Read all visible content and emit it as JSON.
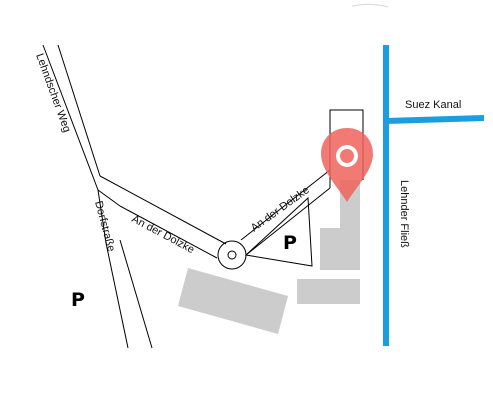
{
  "map": {
    "roads": {
      "lehndscher_weg": "Lehndscher Weg",
      "dorfstrasse": "Dorfstraße",
      "an_der_dolzke_west": "An der Dolzke",
      "an_der_dolzke_east": "An der Dolzke"
    },
    "waterways": {
      "suez_kanal": "Suez Kanal",
      "lehnder_fliess": "Lehnder Fließ"
    },
    "parking": {
      "left": "P",
      "right": "P"
    },
    "colors": {
      "water": "#1a9ee0",
      "building": "#cccccc",
      "road_outline": "#000000",
      "marker": "#f0635d",
      "background": "#ffffff"
    },
    "marker_icon": "location-pin-icon"
  }
}
